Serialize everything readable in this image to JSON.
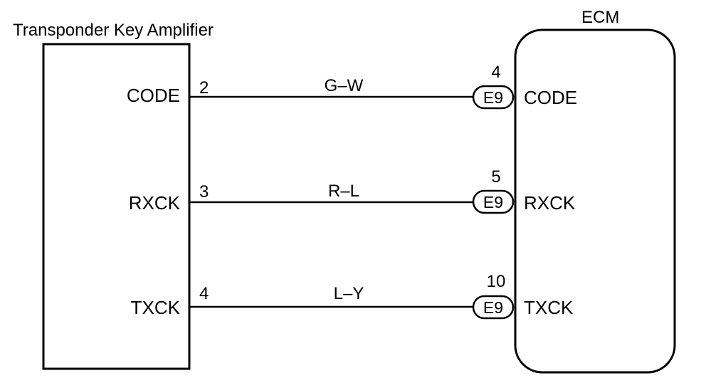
{
  "left_component": {
    "title": "Transponder Key Amplifier",
    "pins": [
      {
        "number": "2",
        "signal": "CODE"
      },
      {
        "number": "3",
        "signal": "RXCK"
      },
      {
        "number": "4",
        "signal": "TXCK"
      }
    ]
  },
  "right_component": {
    "title": "ECM",
    "pins": [
      {
        "number": "4",
        "connector": "E9",
        "signal": "CODE"
      },
      {
        "number": "5",
        "connector": "E9",
        "signal": "RXCK"
      },
      {
        "number": "10",
        "connector": "E9",
        "signal": "TXCK"
      }
    ]
  },
  "wires": [
    {
      "color_code": "G–W"
    },
    {
      "color_code": "R–L"
    },
    {
      "color_code": "L–Y"
    }
  ],
  "colors": {
    "line": "#000000",
    "background": "#ffffff"
  }
}
